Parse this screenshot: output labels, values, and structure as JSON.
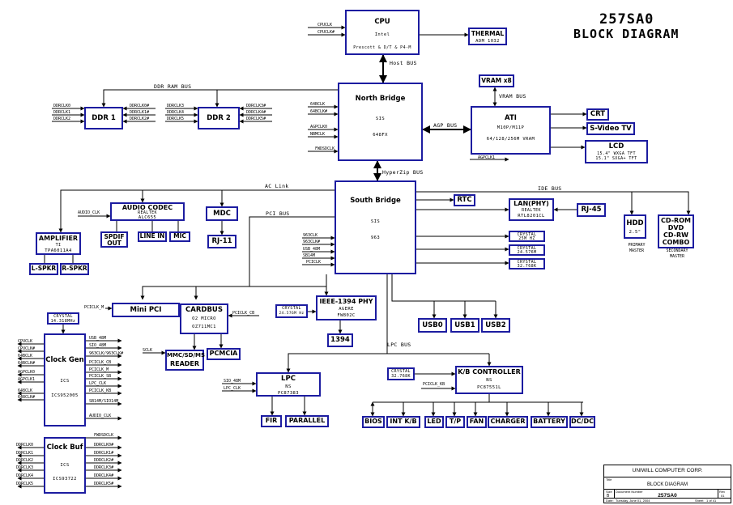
{
  "title": {
    "model": "257SA0",
    "subtitle": "BLOCK DIAGRAM"
  },
  "blocks": {
    "cpu": {
      "name": "CPU",
      "line1": "Intel",
      "line2": "Prescott & D/T & P4-M"
    },
    "thermal": {
      "name": "THERMAL",
      "line1": "ADM 1032"
    },
    "north_bridge": {
      "name": "North Bridge",
      "line1": "SIS",
      "line2": "648FX"
    },
    "ddr1": {
      "name": "DDR 1"
    },
    "ddr2": {
      "name": "DDR 2"
    },
    "vram": {
      "name": "VRAM x8"
    },
    "ati": {
      "name": "ATI",
      "line1": "M10P/M11P",
      "line2": "64/128/256M VRAM"
    },
    "crt": {
      "name": "CRT"
    },
    "svideo": {
      "name": "S-Video TV"
    },
    "lcd": {
      "name": "LCD",
      "line1": "15.4\" WXGA TFT",
      "line2": "15.1\" SXGA+ TFT"
    },
    "south_bridge": {
      "name": "South Bridge",
      "line1": "SIS",
      "line2": "963"
    },
    "rtc": {
      "name": "RTC"
    },
    "lan": {
      "name": "LAN(PHY)",
      "line1": "REALTEK",
      "line2": "RTL8201CL"
    },
    "rj45": {
      "name": "RJ-45"
    },
    "hdd": {
      "name": "HDD",
      "line1": "2.5\""
    },
    "cdrom": {
      "line1": "CD-ROM",
      "line2": "DVD",
      "line3": "CD-RW",
      "line4": "COMBO"
    },
    "audio_codec": {
      "name": "AUDIO CODEC",
      "line1": "REALTEK",
      "line2": "ALC655"
    },
    "mdc": {
      "name": "MDC"
    },
    "rj11": {
      "name": "RJ-11"
    },
    "amplifier": {
      "name": "AMPLIFIER",
      "line1": "TI",
      "line2": "TPA6011A4"
    },
    "spdif": {
      "line1": "SPDIF",
      "line2": "OUT"
    },
    "line_in": {
      "name": "LINE IN"
    },
    "mic": {
      "name": "MIC"
    },
    "l_spkr": {
      "name": "L-SPKR"
    },
    "r_spkr": {
      "name": "R-SPKR"
    },
    "crystal_ac": {
      "line1": "CRYSTAL",
      "line2": "24.576M"
    },
    "crystal_lan": {
      "line1": "CRYSTAL",
      "line2": "25M HZ"
    },
    "crystal_32k": {
      "line1": "CRYSTAL",
      "line2": "32.768K"
    },
    "mini_pci": {
      "name": "Mini PCI"
    },
    "cardbus": {
      "name": "CARDBUS",
      "line1": "O2 MICRO",
      "line2": "OZ711MC1"
    },
    "crystal_14": {
      "line1": "CRYSTAL",
      "line2": "14.318MHz"
    },
    "mmc": {
      "line1": "MMC/SD/MS",
      "line2": "READER"
    },
    "pcmcia": {
      "name": "PCMCIA"
    },
    "ieee1394": {
      "name": "IEEE-1394 PHY",
      "line1": "AGERE",
      "line2": "FW802C"
    },
    "crystal_1394": {
      "line1": "CRYSTAL",
      "line2": "24.576M Hz"
    },
    "port1394": {
      "name": "1394"
    },
    "usb0": {
      "name": "USB0"
    },
    "usb1": {
      "name": "USB1"
    },
    "usb2": {
      "name": "USB2"
    },
    "clock_gen": {
      "name": "Clock Gen",
      "line1": "ICS",
      "line2": "ICS952005"
    },
    "clock_buf": {
      "name": "Clock Buf",
      "line1": "ICS",
      "line2": "ICS93722"
    },
    "lpc": {
      "name": "LPC",
      "line1": "NS",
      "line2": "PC87383"
    },
    "fir": {
      "name": "FIR"
    },
    "parallel": {
      "name": "PARALLEL"
    },
    "crystal_kb": {
      "line1": "CRYSTAL",
      "line2": "32.768K"
    },
    "kb_controller": {
      "name": "K/B CONTROLLER",
      "line1": "NS",
      "line2": "PC87551L"
    },
    "bios": {
      "name": "BIOS"
    },
    "int_kb": {
      "name": "INT K/B"
    },
    "led": {
      "name": "LED"
    },
    "tp": {
      "name": "T/P"
    },
    "fan": {
      "name": "FAN"
    },
    "charger": {
      "name": "CHARGER"
    },
    "battery": {
      "name": "BATTERY"
    },
    "dcdc": {
      "name": "DC/DC"
    }
  },
  "buses": {
    "host": "Host BUS",
    "ddr_ram": "DDR RAM BUS",
    "vram": "VRAM BUS",
    "agp": "AGP BUS",
    "hyperzip": "HyperZip BUS",
    "ac_link": "AC Link",
    "pci": "PCI BUS",
    "ide": "IDE BUS",
    "lpc": "LPC BUS"
  },
  "notes": {
    "primary_master": "PRIMARY MASTER",
    "secondary_master": "SECONDARY MASTER"
  },
  "signals": {
    "cpu_in": [
      "CPUCLK",
      "CPUCLK#"
    ],
    "nb_left": [
      "64BCLK",
      "64BCLK#",
      "AGPCLK0",
      "NBMCLK",
      "FWDSDCLK"
    ],
    "ddr1_left": [
      "DDRCLK0",
      "DDRCLK1",
      "DDRCLK2"
    ],
    "ddr1_right": [
      "DDRCLK0#",
      "DDRCLK1#",
      "DDRCLK2#"
    ],
    "ddr2_left": [
      "DDRCLK3",
      "DDRCLK4",
      "DDRCLK5"
    ],
    "ddr2_right": [
      "DDRCLK3#",
      "DDRCLK4#",
      "DDRCLK5#"
    ],
    "ati_agp": "AGPCLK1",
    "audio_clk": "AUDIO_CLK",
    "sb_left": [
      "963CLK",
      "963CLK#",
      "USB_48M",
      "SB14M",
      "PCICLK"
    ],
    "pciclk_m": "PCICLK_M",
    "pciclk_cb": "PCICLK_CB",
    "sclk": "SCLK",
    "clkgen_left": [
      "CPUCLK",
      "CPUCLK#",
      "64BCLK",
      "64BCLK#",
      "AGPCLK0",
      "AGPCLK1",
      "648CLK",
      "648CLK#"
    ],
    "clkgen_right": [
      "USB_48M",
      "SIO_48M",
      "963CLK/963CLK#",
      "PCICLK_CB",
      "PCICLK_M",
      "PCICLK_SB",
      "LPC_CLK",
      "PCICLK_KB",
      "SB14M/SIO14M",
      "AUDIO_CLK"
    ],
    "clkbuf_left": [
      "DDRCLK0",
      "DDRCLK1",
      "DDRCLK2",
      "DDRCLK3",
      "DDRCLK4",
      "DDRCLK5"
    ],
    "clkbuf_right": [
      "FWDSDCLK",
      "DDRCLK0#",
      "DDRCLK1#",
      "DDRCLK2#",
      "DDRCLK3#",
      "DDRCLK4#",
      "DDRCLK5#"
    ],
    "lpc_left": [
      "SIO_48M",
      "LPC_CLK"
    ],
    "pciclk_kb": "PCICLK_KB",
    "audio_clk2": "AUDIO_CLK"
  },
  "title_block": {
    "company": "UNIWILL COMPUTER CORP.",
    "title_label": "Title",
    "title": "BLOCK DIAGRAM",
    "size_label": "Size",
    "size": "B",
    "docnum_label": "Document Number",
    "docnum": "257SA0",
    "rev_label": "Rev",
    "rev": "01",
    "date_label": "Date:",
    "date": "Tuesday, June 01, 2004",
    "sheet_label": "Sheet",
    "sheet": "1 of 41"
  }
}
